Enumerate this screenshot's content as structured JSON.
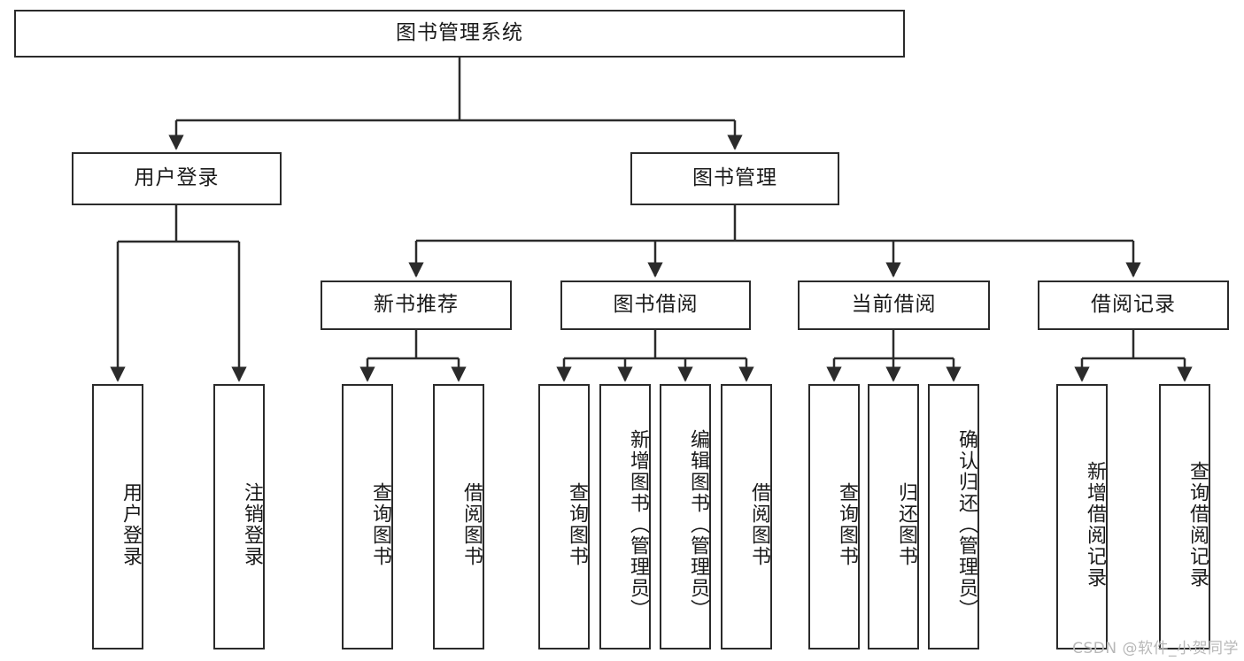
{
  "diagram": {
    "title": "图书管理系统",
    "type": "hierarchy-tree",
    "watermark": "CSDN @软件_小贺同学",
    "stroke_color": "#2b2b2b",
    "fill_color": "#ffffff",
    "text_color": "#1a1a1a"
  },
  "nodes": {
    "root": {
      "label": "图书管理系统",
      "level": 1
    },
    "level2": [
      {
        "id": "user-login",
        "label": "用户登录"
      },
      {
        "id": "book-manage",
        "label": "图书管理"
      }
    ],
    "level3": [
      {
        "id": "new-book-recommend",
        "label": "新书推荐",
        "parent": "book-manage"
      },
      {
        "id": "book-borrow",
        "label": "图书借阅",
        "parent": "book-manage"
      },
      {
        "id": "current-borrow",
        "label": "当前借阅",
        "parent": "book-manage"
      },
      {
        "id": "borrow-record",
        "label": "借阅记录",
        "parent": "book-manage"
      }
    ],
    "leaves": {
      "user-login": [
        {
          "id": "leaf-user-login",
          "label": "用户登录"
        },
        {
          "id": "leaf-user-logout",
          "label": "注销登录"
        }
      ],
      "new-book-recommend": [
        {
          "id": "leaf-query-book-1",
          "label": "查询图书"
        },
        {
          "id": "leaf-borrow-book-1",
          "label": "借阅图书"
        }
      ],
      "book-borrow": [
        {
          "id": "leaf-query-book-2",
          "label": "查询图书"
        },
        {
          "id": "leaf-add-book",
          "label": "新增图书（管理员）"
        },
        {
          "id": "leaf-edit-book",
          "label": "编辑图书（管理员）"
        },
        {
          "id": "leaf-borrow-book-2",
          "label": "借阅图书"
        }
      ],
      "current-borrow": [
        {
          "id": "leaf-query-book-3",
          "label": "查询图书"
        },
        {
          "id": "leaf-return-book",
          "label": "归还图书"
        },
        {
          "id": "leaf-confirm-return",
          "label": "确认归还（管理员）"
        }
      ],
      "borrow-record": [
        {
          "id": "leaf-add-record",
          "label": "新增借阅记录"
        },
        {
          "id": "leaf-query-record",
          "label": "查询借阅记录"
        }
      ]
    }
  }
}
